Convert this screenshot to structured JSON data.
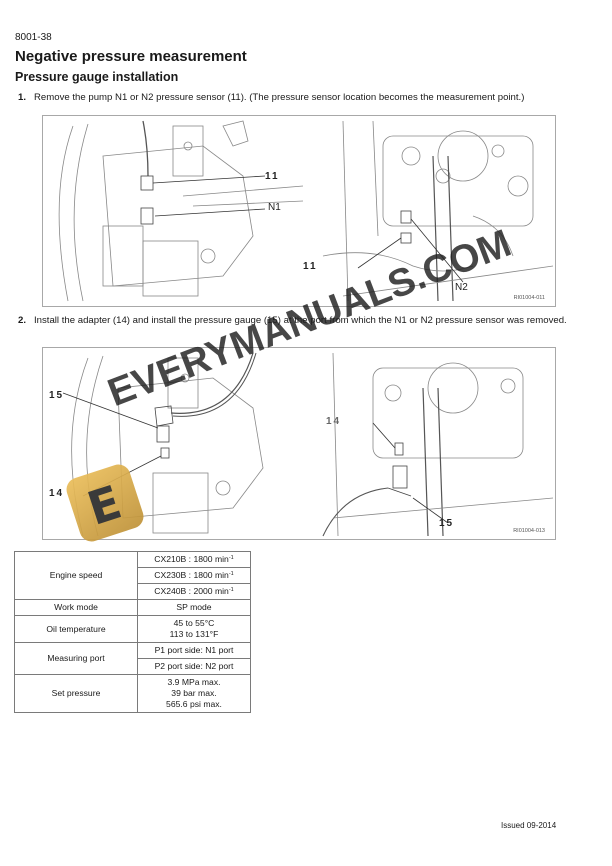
{
  "header": {
    "page_id": "8001-38",
    "title": "Negative pressure measurement",
    "subtitle": "Pressure gauge installation"
  },
  "steps": [
    {
      "number": "1.",
      "text": "Remove the pump N1 or N2 pressure sensor (11). (The pressure sensor location becomes the measurement point.)"
    },
    {
      "number": "2.",
      "text": "Install the adapter (14) and install the pressure gauge (15) at the port from which the N1 or N2 pressure sensor was removed."
    }
  ],
  "figures": [
    {
      "code": "RI01004-011",
      "callouts": {
        "left_11": "11",
        "left_n1": "N1",
        "right_11": "11",
        "right_n2": "N2"
      }
    },
    {
      "code": "RI01004-013",
      "callouts": {
        "left_15": "15",
        "left_14": "14",
        "right_14": "14",
        "right_15": "15"
      }
    }
  ],
  "spec_table": {
    "rows": [
      {
        "label": "Engine speed",
        "values": [
          "CX210B : 1800 min",
          "CX230B : 1800 min",
          "CX240B : 2000 min"
        ],
        "unit_sup": "-1"
      },
      {
        "label": "Work mode",
        "values": [
          "SP mode"
        ]
      },
      {
        "label": "Oil temperature",
        "values": [
          "45 to 55°C",
          "113 to 131°F"
        ]
      },
      {
        "label": "Measuring port",
        "values": [
          "P1 port side: N1 port",
          "P2 port side: N2 port"
        ]
      },
      {
        "label": "Set pressure",
        "values": [
          "3.9 MPa max.",
          "39 bar max.",
          "565.6 psi max."
        ]
      }
    ]
  },
  "footer": {
    "issued": "Issued 09-2014"
  },
  "watermark": {
    "text": "EVERYMANUALS.COM",
    "logo_letter": "E",
    "logo_color": "#d9a94a"
  }
}
